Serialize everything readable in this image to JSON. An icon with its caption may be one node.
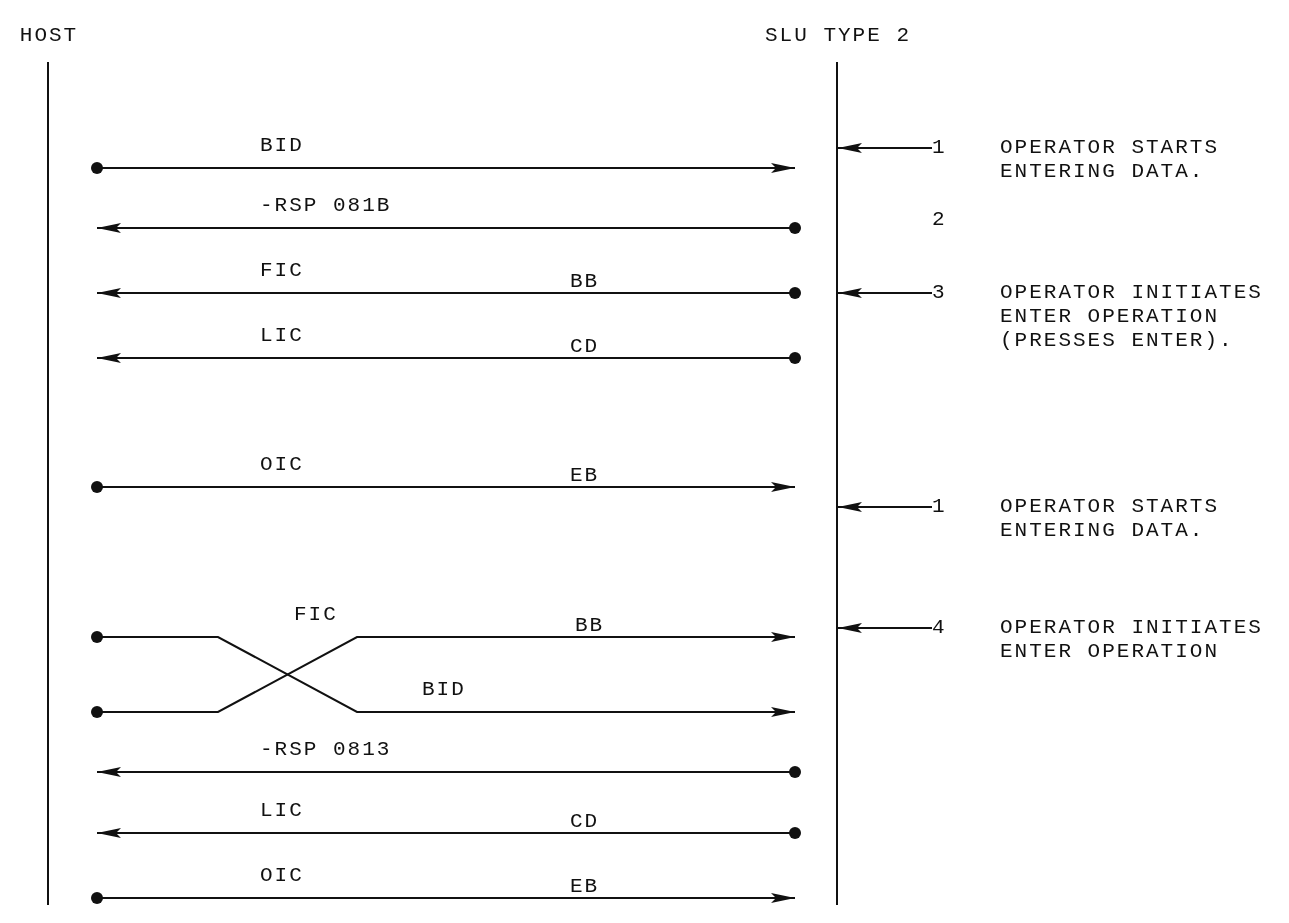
{
  "diagram": {
    "nodes": [
      {
        "text": [
          "HOST"
        ]
      },
      {
        "text": [
          "SLU TYPE 2"
        ]
      },
      {
        "text": [
          "1",
          "OPERATOR STARTS ENTERING DATA."
        ]
      },
      {
        "text": [
          "3",
          "OPERATOR INITIATES ENTER OPERATION (PRESSES ENTER)."
        ]
      },
      {
        "text": [
          "1",
          "OPERATOR STARTS ENTERING DATA."
        ]
      },
      {
        "text": [
          "4",
          "OPERATOR INITIATES ENTER OPERATION"
        ]
      }
    ],
    "edges": [
      {
        "from": 0,
        "to": 1,
        "arrow": "to",
        "label": "BID"
      },
      {
        "from": 1,
        "to": 0,
        "arrow": "to",
        "label": "-RSP 081B"
      },
      {
        "from": 1,
        "to": 0,
        "arrow": "to",
        "label": "FIC"
      },
      {
        "from": 1,
        "to": 0,
        "arrow": "to",
        "label": "LIC"
      },
      {
        "from": 0,
        "to": 1,
        "arrow": "to",
        "label": "OIC"
      },
      {
        "from": 2,
        "to": 1,
        "arrow": "to"
      },
      {
        "from": 3,
        "to": 1,
        "arrow": "to"
      },
      {
        "from": 4,
        "to": 1,
        "arrow": "to"
      },
      {
        "from": 5,
        "to": 1,
        "arrow": "to"
      },
      {
        "from": 0,
        "to": 1,
        "arrow": "to",
        "label": "FIC"
      },
      {
        "from": 0,
        "to": 1,
        "arrow": "to",
        "label": "BID"
      },
      {
        "from": 1,
        "to": 0,
        "arrow": "to",
        "label": "-RSP 0813"
      },
      {
        "from": 1,
        "to": 0,
        "arrow": "to",
        "label": "LIC"
      },
      {
        "from": 0,
        "to": 1,
        "arrow": "to",
        "label": "OIC"
      }
    ],
    "labels": [
      "2",
      "BB",
      "CD",
      "EB",
      "BB",
      "CD",
      "EB"
    ]
  }
}
